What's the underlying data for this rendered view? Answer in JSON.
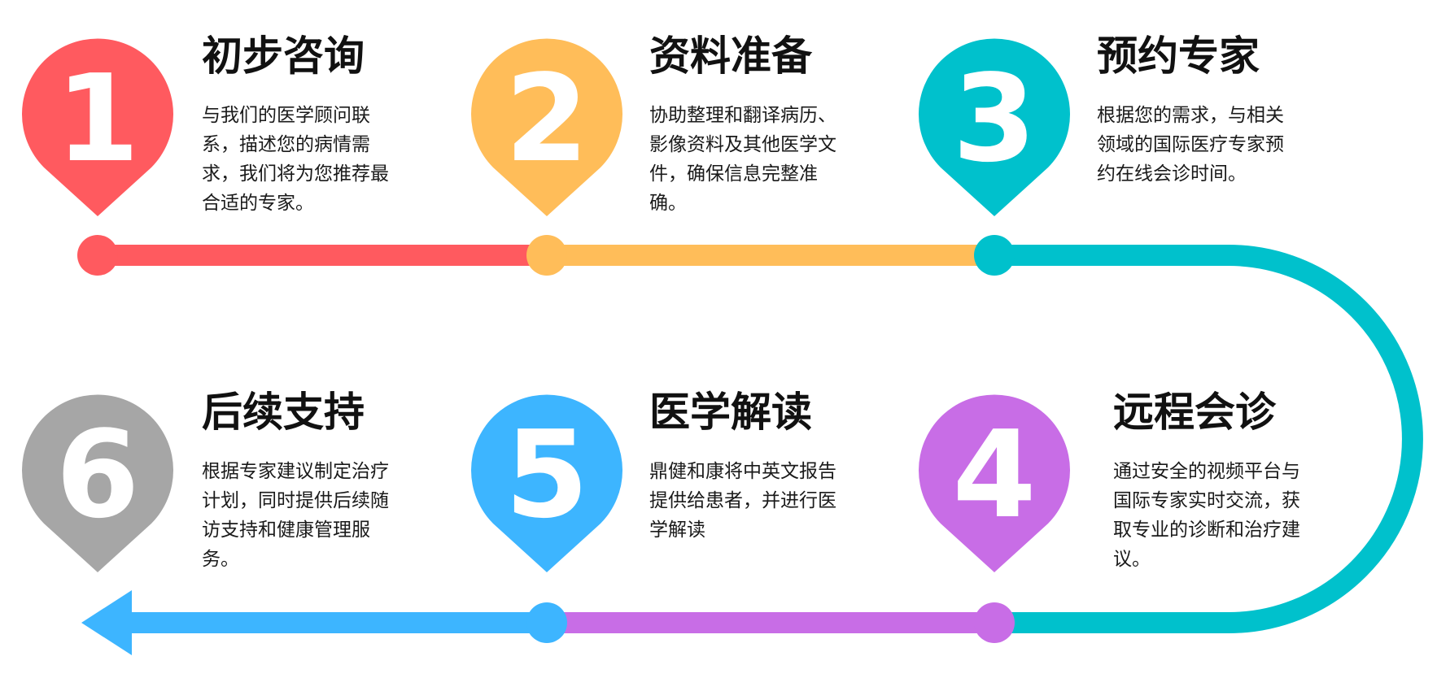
{
  "colors": {
    "step1": "#FF5A5F",
    "step2": "#FFBD59",
    "step3": "#00C1CC",
    "step4": "#C86DE6",
    "step5": "#3DB5FF",
    "step6": "#A6A6A6"
  },
  "steps": [
    {
      "number": "1",
      "title": "初步咨询",
      "description": "与我们的医学顾问联系，描述您的病情需求，我们将为您推荐最合适的专家。"
    },
    {
      "number": "2",
      "title": "资料准备",
      "description": "协助整理和翻译病历、影像资料及其他医学文件，确保信息完整准确。"
    },
    {
      "number": "3",
      "title": "预约专家",
      "description": "根据您的需求，与相关领域的国际医疗专家预约在线会诊时间。"
    },
    {
      "number": "4",
      "title": "远程会诊",
      "description": "通过安全的视频平台与国际专家实时交流，获取专业的诊断和治疗建议。"
    },
    {
      "number": "5",
      "title": "医学解读",
      "description": "鼎健和康将中英文报告提供给患者，并进行医学解读"
    },
    {
      "number": "6",
      "title": "后续支持",
      "description": "根据专家建议制定治疗计划，同时提供后续随访支持和健康管理服务。"
    }
  ]
}
